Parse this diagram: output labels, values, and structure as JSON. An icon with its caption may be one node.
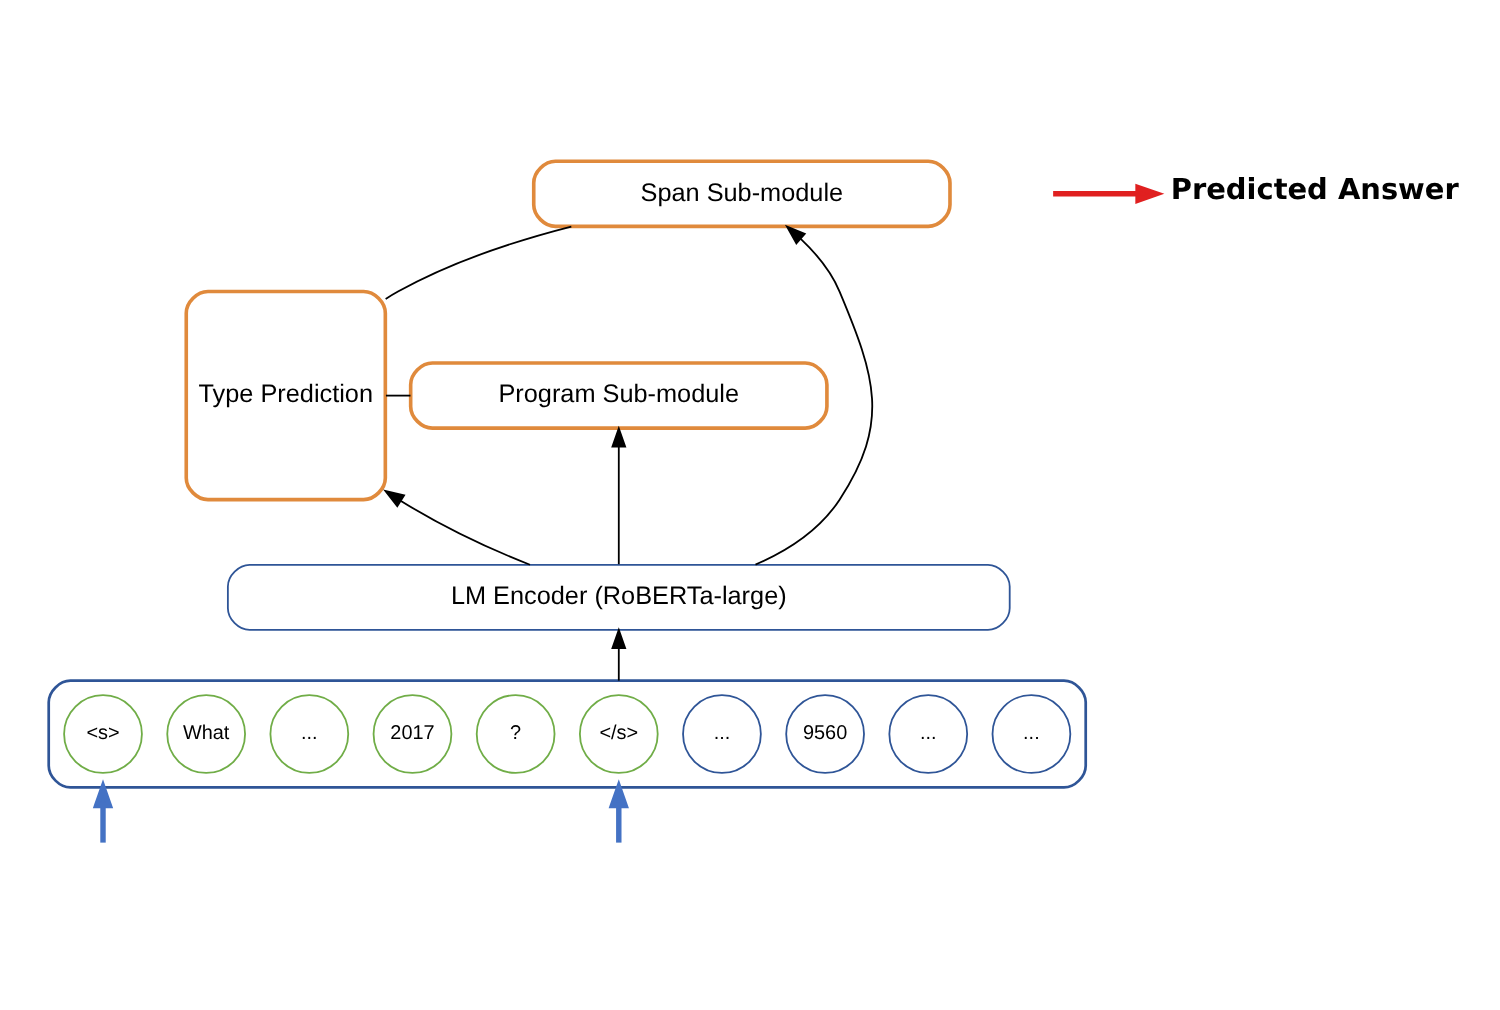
{
  "diagram": {
    "nodes": [
      {
        "text": [
          "Type Prediction"
        ]
      },
      {
        "text": [
          "Span Sub-module"
        ]
      },
      {
        "text": [
          "Program Sub-module"
        ]
      },
      {
        "text": [
          "Predicted Answer"
        ]
      },
      {
        "text": [
          "LM Encoder (RoBERTa-large)"
        ]
      },
      {
        "text": [],
        "shape": "box"
      },
      {
        "text": [
          "<s>"
        ],
        "in": 5
      },
      {
        "text": [
          "What"
        ],
        "in": 5
      },
      {
        "text": [
          "..."
        ],
        "in": 5
      },
      {
        "text": [
          "2017"
        ],
        "in": 5
      },
      {
        "text": [
          "?"
        ],
        "in": 5
      },
      {
        "text": [
          "</s>"
        ],
        "in": 5
      },
      {
        "text": [
          "..."
        ],
        "in": 5
      },
      {
        "text": [
          "9560"
        ],
        "in": 5
      },
      {
        "text": [
          "..."
        ],
        "in": 5
      },
      {
        "text": [
          "..."
        ],
        "in": 5
      }
    ],
    "edges": [
      {
        "from": 0,
        "to": 1,
        "arrow": "none"
      },
      {
        "from": 0,
        "to": 2,
        "arrow": "none"
      },
      {
        "from": 4,
        "to": 0,
        "arrow": "to"
      },
      {
        "from": 4,
        "to": 2,
        "arrow": "to"
      },
      {
        "from": 4,
        "to": 1,
        "arrow": "to"
      },
      {
        "from": 5,
        "to": 4,
        "arrow": "to"
      },
      {
        "from": null,
        "to": 3,
        "arrow": "to",
        "style": "thick",
        "color": "#e02020"
      },
      {
        "from": null,
        "to": 5,
        "arrow": "to",
        "style": "thick",
        "color": "#4472c4"
      },
      {
        "from": null,
        "to": 5,
        "arrow": "to",
        "style": "thick",
        "color": "#4472c4"
      }
    ]
  }
}
